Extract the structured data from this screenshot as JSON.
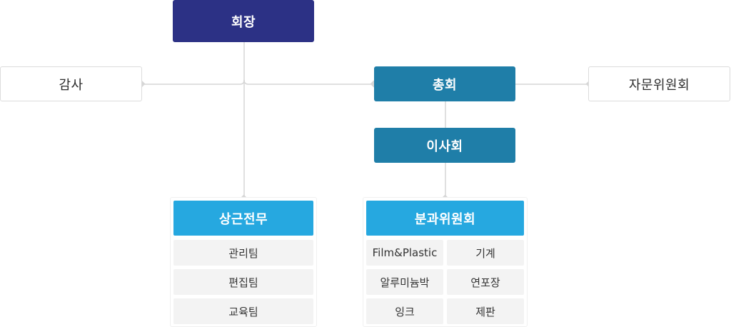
{
  "org_chart": {
    "chairman": {
      "label": "회장"
    },
    "auditor": {
      "label": "감사"
    },
    "general_assembly": {
      "label": "총회"
    },
    "advisory_committee": {
      "label": "자문위원회"
    },
    "board_of_directors": {
      "label": "이사회"
    },
    "standing_executive": {
      "label": "상근전무",
      "teams": [
        "관리팀",
        "편집팀",
        "교육팀"
      ]
    },
    "subcommittees": {
      "label": "분과위원회",
      "items": [
        "Film&Plastic",
        "기계",
        "알루미늄박",
        "연포장",
        "잉크",
        "제판"
      ]
    }
  },
  "colors": {
    "chairman": "#2c3185",
    "assembly_board": "#1f7ea8",
    "group_header": "#26a8e0",
    "cell_bg": "#f3f3f3",
    "connector": "#d6d6d6"
  }
}
